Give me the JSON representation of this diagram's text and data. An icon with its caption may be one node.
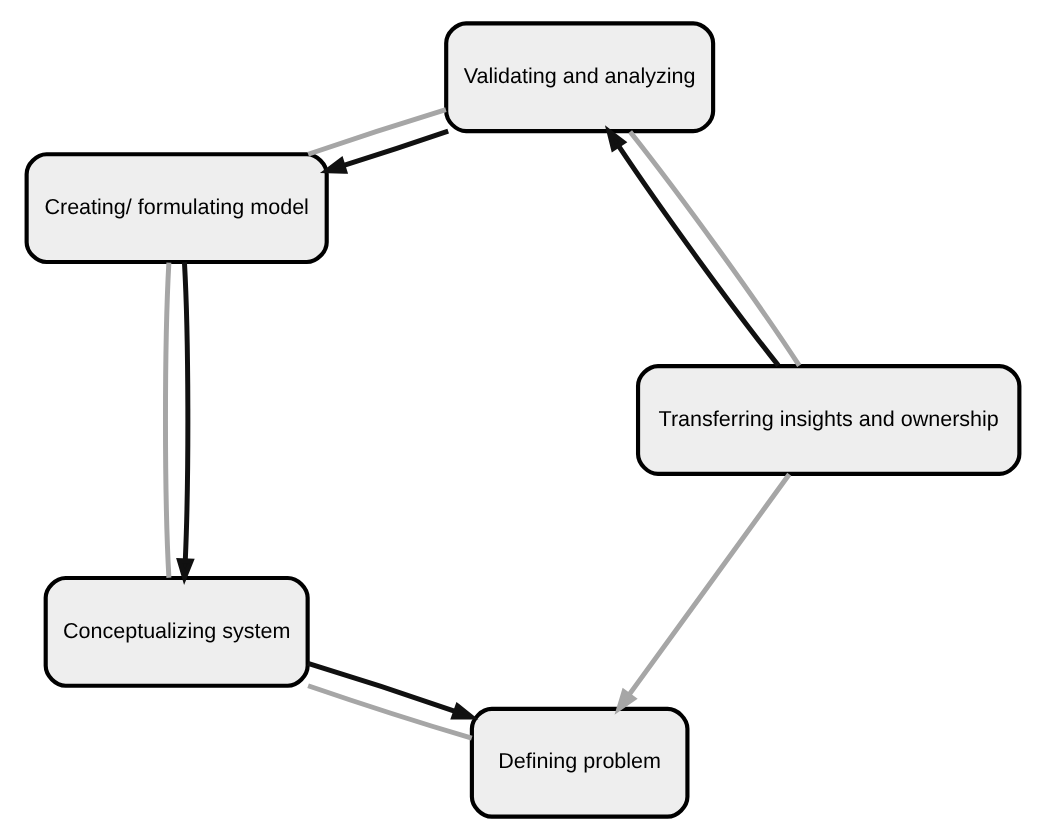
{
  "diagram": {
    "nodes": [
      {
        "text": [
          "Defining problem"
        ]
      },
      {
        "text": [
          "Conceptualizing system"
        ]
      },
      {
        "text": [
          "Creating/ formulating model"
        ]
      },
      {
        "text": [
          "Validating and analyzing"
        ]
      },
      {
        "text": [
          "Transferring insights and ownership"
        ]
      }
    ],
    "edges": [
      {
        "from": 4,
        "to": 0,
        "arrow": "to",
        "color": "#a6a6a6"
      },
      {
        "from": 0,
        "to": 1,
        "arrow": "none",
        "color": "#a6a6a6"
      },
      {
        "from": 1,
        "to": 2,
        "arrow": "none",
        "color": "#a6a6a6"
      },
      {
        "from": 2,
        "to": 3,
        "arrow": "none",
        "color": "#a6a6a6"
      },
      {
        "from": 3,
        "to": 4,
        "arrow": "none",
        "color": "#a6a6a6"
      },
      {
        "from": 1,
        "to": 0,
        "arrow": "to",
        "color": "#111111"
      },
      {
        "from": 2,
        "to": 1,
        "arrow": "to",
        "color": "#111111"
      },
      {
        "from": 3,
        "to": 2,
        "arrow": "to",
        "color": "#111111"
      },
      {
        "from": 4,
        "to": 3,
        "arrow": "to",
        "color": "#111111"
      }
    ]
  }
}
